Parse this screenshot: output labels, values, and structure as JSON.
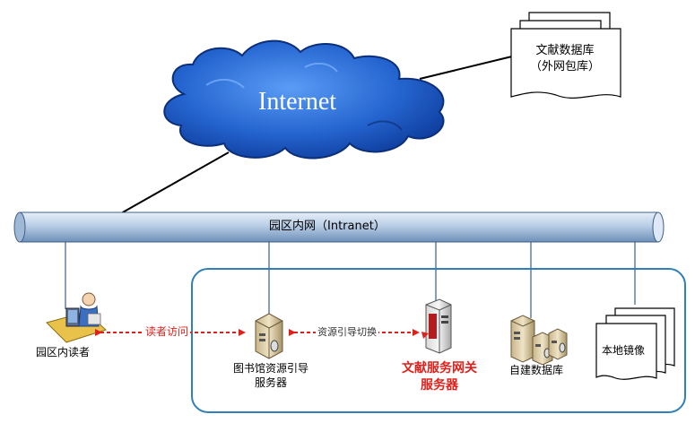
{
  "internet": {
    "label": "Internet"
  },
  "literature_db": {
    "line1": "文献数据库",
    "line2": "（外网包库）"
  },
  "intranet": {
    "label": "园区内网（Intranet）"
  },
  "nodes": {
    "reader": {
      "label": "园区内读者"
    },
    "guide_server": {
      "line1": "图书馆资源引导",
      "line2": "服务器"
    },
    "gateway_server": {
      "line1": "文献服务网关",
      "line2": "服务器"
    },
    "local_db": {
      "label": "自建数据库"
    },
    "mirror": {
      "label": "本地镜像"
    }
  },
  "links": {
    "reader_access": "读者访问",
    "resource_switch": "资源引导切换"
  },
  "colors": {
    "cloud": "#2f6fd6",
    "pipe": "#b7cde6",
    "red": "#e0201b",
    "frame": "#2f80b8"
  }
}
